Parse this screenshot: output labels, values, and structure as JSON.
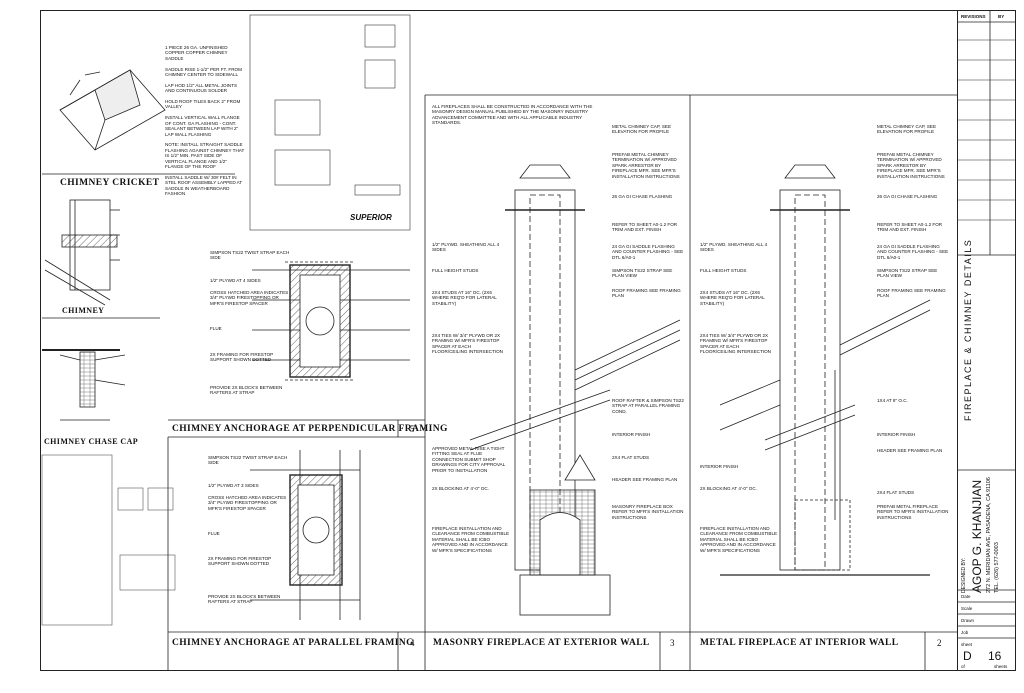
{
  "details": {
    "cricket": {
      "title": "CHIMNEY CRICKET",
      "notes": "1 PIECE 26 GA. UNFINISHED COPPER COPPER CHIMNEY SADDLE\n\nSADDLE RISE 1-1/2\" PER FT. FROM CHIMNEY CENTER TO SIDEWALL\n\nLAP HOD 1/2\" ALL METAL JOINTS AND CONTINUOUS SOLDER\n\nHOLD ROOF TILES BACK 2\" FROM VALLEY\n\nINSTALL VERTICAL WALL FLANGE OF CONT. GA FLASHING - CONT. SEALANT BETWEEN LAP WITH 2\" LAP WALL FLASHING\n\nNOTE: INSTALL STRAIGHT SADDLE FLASHING AGAINST CHIMNEY THAT IS 1/2\" MIN. PAST SIDE OF VERTICAL FLANGE AND 1/2\" FLANGE OF THE ROOF\n\nINSTALL SADDLE W/ 30# FELT IN STEL ROOF ASSEMBLY LAPPED AT SADDLE IN WEATHERBOARD FASHION"
    },
    "chimney": {
      "title": "CHIMNEY"
    },
    "chase_cap": {
      "title": "CHIMNEY CHASE CAP"
    },
    "perpendicular": {
      "title": "CHIMNEY ANCHORAGE AT PERPENDICULAR FRAMING",
      "number": "5",
      "notes": [
        "SIMPSON TS22 TWIST STRAP EACH SIDE",
        "1/2\" PLYWD AT 4 SIDES",
        "CROSS HATCHED AREA INDICATES 3/4\" PLYWD FIRESTOPPING OR MFR'S FIRESTOP SPACER",
        "FLUE",
        "2X FRAMING FOR FIRESTOP SUPPORT SHOWN DOTTED",
        "PROVIDE 2X BLOCK'S BETWEEN RAFTERS AT STRAP"
      ]
    },
    "parallel": {
      "title": "CHIMNEY ANCHORAGE AT PARALLEL FRAMING",
      "number": "4",
      "notes": [
        "SIMPSON TS22 TWIST STRAP EACH SIDE",
        "1/2\" PLYWD AT 3 SIDES",
        "CROSS HATCHED AREA INDICATES 3/4\" PLYWD FIRESTOPPING OR MFR'S FIRESTOP SPACER",
        "FLUE",
        "2X FRAMING FOR FIRESTOP SUPPORT SHOWN DOTTED",
        "PROVIDE 2X BLOCK'S BETWEEN RAFTERS AT STRAP"
      ]
    },
    "masonry": {
      "title": "MASONRY FIREPLACE AT EXTERIOR WALL",
      "number": "3",
      "general_note": "ALL FIREPLACES SHALL BE CONSTRUCTED IN ACCORDANCE WITH THE MASONRY DESIGN MANUAL PUBLISHED BY THE MASONRY INDUSTRY ADVANCEMENT COMMITTEE AND WITH ALL APPLICABLE INDUSTRY STANDARDS.",
      "left_notes": [
        "1/2\" PLYWD. SHEATHING ALL 4 SIDES",
        "FULL HEIGHT STUDS",
        "2X4 STUDS AT 16\" OC. (2X6 WHERE REQ'D FOR LATERAL STABILITY)",
        "2X4 TIES W/ 3/4\" PLYWD OR 2X FRAMING W/ MFR'S FIRESTOP SPACER AT EACH FLOOR/CEILING INTERSECTION",
        "APPROVED METAL RISE A TIGHT FITTING SEAL AT FLUE CONNECTION SUBMIT SHOP DRAWINGS FOR CITY APPROVAL PRIOR TO INSTALLATION",
        "2X BLOCKING AT 4'-0\" OC.",
        "FIREPLACE INSTALLATION AND CLEARANCE FROM COMBUSTIBLE MATERIAL SHALL BE ICBO APPROVED AND IN ACCORDANCE W/ MFR'S SPECIFICATIONS"
      ],
      "right_notes": [
        "METAL CHIMNEY CAP, SEE ELEVATION FOR PROFILE",
        "PREFAB METAL CHIMNEY TERMINATION W/ APPROVED SPARK ARRESTOR BY FIREPLACE MFR. SEE MFR'S INSTALLATION INSTRUCTIONS",
        "26 GA GI CHASE FLASHING",
        "REFER TO SHEET A0-1.2 FOR TRIM AND EXT. FINISH",
        "24 GA GI SADDLE FLASHING AND COUNTER FLASHING - SEE DTL 6/A0-1",
        "SIMPSON TS22 STRAP SEE PLAN VIEW",
        "ROOF FRAMING SEE FRAMING PLAN",
        "ROOF RAFTER & SIMPSON TS22 STRAP AT PARALLEL FRAMING COND.",
        "INTERIOR FINISH",
        "2X4 FLAT STUDS",
        "HEADER SEE FRAMING PLAN",
        "MASONRY FIREPLACE BOX REFER TO MFR'S INSTALLATION INSTRUCTIONS"
      ]
    },
    "metal": {
      "title": "METAL FIREPLACE AT INTERIOR WALL",
      "number": "2",
      "left_notes": [
        "1/2\" PLYWD. SHEATHING ALL 4 SIDES",
        "FULL HEIGHT STUDS",
        "2X4 STUDS AT 16\" OC. (2X6 WHERE REQ'D FOR LATERAL STABILITY)",
        "2X4 TIES W/ 3/4\" PLYWD OR 2X FRAMING W/ MFR'S FIRESTOP SPACER AT EACH FLOOR/CEILING INTERSECTION",
        "INTERIOR FINISH",
        "2X BLOCKING AT 4'-0\" OC.",
        "FIREPLACE INSTALLATION AND CLEARANCE FROM COMBUSTIBLE MATERIAL SHALL BE ICBO APPROVED AND IN ACCORDANCE W/ MFR'S SPECIFICATIONS"
      ],
      "right_notes": [
        "METAL CHIMNEY CAP, SEE ELEVATION FOR PROFILE",
        "PREFAB METAL CHIMNEY TERMINATION W/ APPROVED SPARK ARRESTOR BY FIREPLACE MFR. SEE MFR'S INSTALLATION INSTRUCTIONS",
        "26 GA GI CHASE FLASHING",
        "REFER TO SHEET A0-1.2 FOR TRIM AND EXT. FINISH",
        "24 GA GI SADDLE FLASHING AND COUNTER FLASHING - SEE DTL 6/A0-1",
        "SIMPSON TS22 STRAP SEE PLAN VIEW",
        "ROOF FRAMING SEE FRAMING PLAN",
        "1X4 AT 8\" O.C.",
        "INTERIOR FINISH",
        "HEADER SEE FRAMING PLAN",
        "2X4 FLAT STUDS",
        "PREFAB METAL FIREPLACE REFER TO MFR'S INSTALLATION INSTRUCTIONS"
      ]
    }
  },
  "product_sheet": {
    "brand": "SUPERIOR"
  },
  "title_block": {
    "revisions": "REVISIONS",
    "by": "BY",
    "sheet_title": "FIREPLACE & CHIMNEY DETAILS",
    "designer_label": "DESIGNED BY:",
    "designer": "AGOP G. KHANJIAN",
    "address": "272 N. MERIDIAN AVE, PASADENA, CA 91106",
    "phone": "TEL. (626) 577-0003",
    "date_label": "Date",
    "scale_label": "Scale",
    "drawn_label": "Drawn",
    "job_label": "Job",
    "sheet_label": "sheet",
    "sheet_letter": "D",
    "sheet_number": "16",
    "of_label": "of",
    "sheets_label": "sheets"
  }
}
